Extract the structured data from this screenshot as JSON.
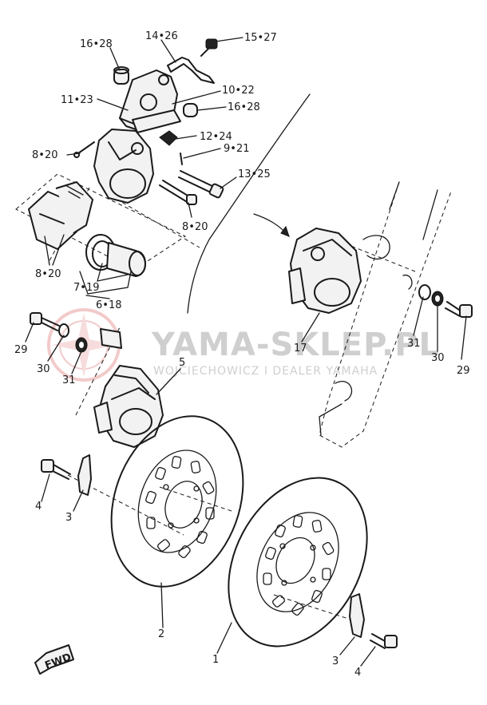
{
  "watermark": {
    "title": "YAMA-SKLEP.PL",
    "subtitle": "WOJCIECHOWICZ I DEALER YAMAHA",
    "logo_color": "#e8a0a0"
  },
  "callouts": {
    "c_16_28_top": "16•28",
    "c_14_26": "14•26",
    "c_15_27": "15•27",
    "c_11_23": "11•23",
    "c_10_22": "10•22",
    "c_16_28_right": "16•28",
    "c_12_24": "12•24",
    "c_8_20_a": "8•20",
    "c_9_21": "9•21",
    "c_13_25": "13•25",
    "c_8_20_b": "8•20",
    "c_8_20_c": "8•20",
    "c_7_19": "7•19",
    "c_6_18": "6•18",
    "c_29_left": "29",
    "c_30_left": "30",
    "c_31_left": "31",
    "c_5": "5",
    "c_17": "17",
    "c_31_right": "31",
    "c_30_right": "30",
    "c_29_right": "29",
    "c_4_left": "4",
    "c_3_left": "3",
    "c_2": "2",
    "c_1": "1",
    "c_3_right": "3",
    "c_4_right": "4",
    "fwd": "FWD"
  }
}
